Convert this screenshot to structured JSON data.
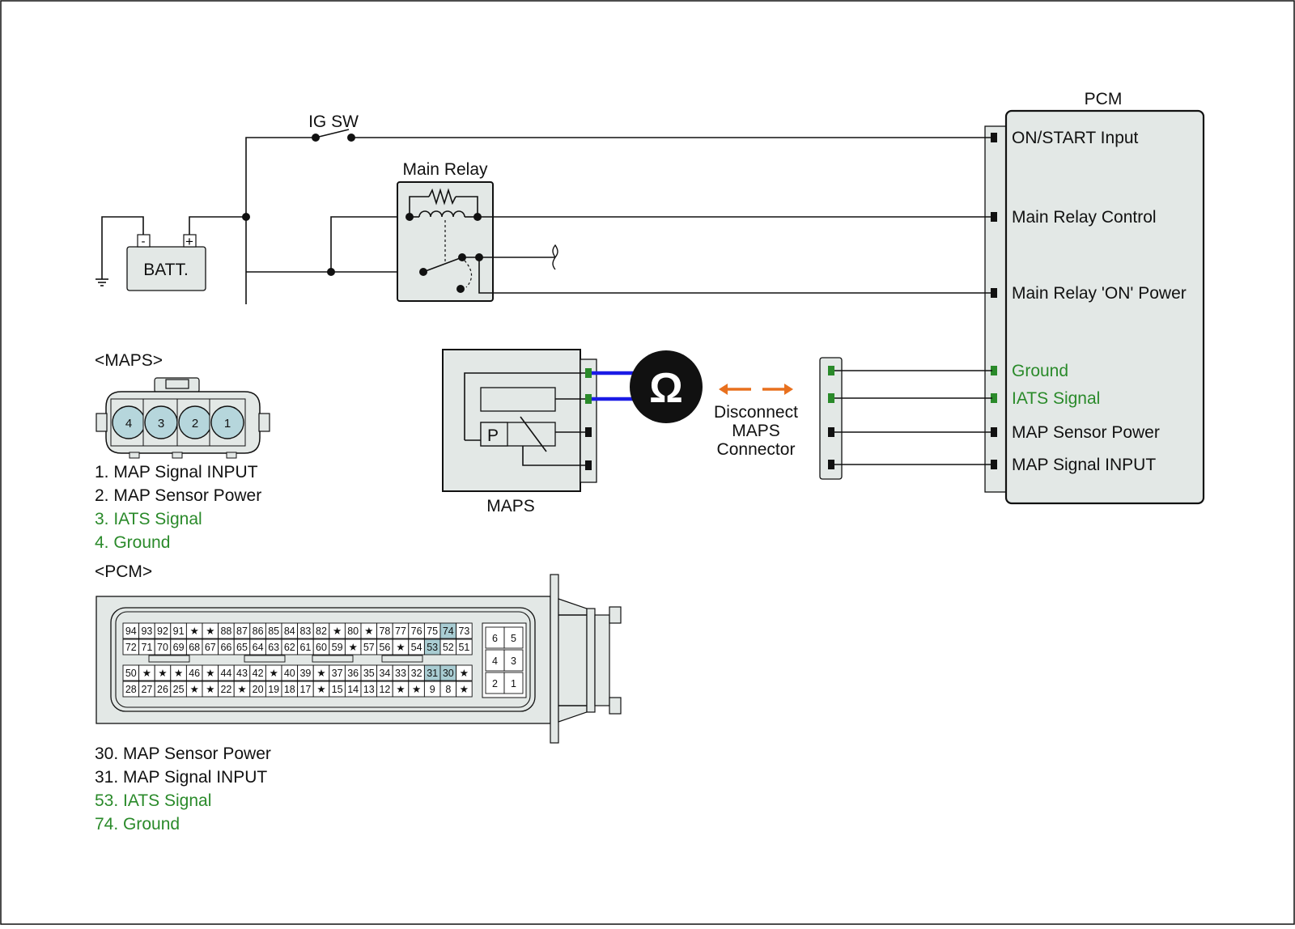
{
  "colors": {
    "box_fill": "#e3e8e6",
    "highlight_cell": "#a9cdd3",
    "maps_pin_fill": "#b6d6dc",
    "green": "#2a8a2a",
    "blue_wire": "#1a1ae6",
    "orange_arrow": "#e8701e"
  },
  "icons": {
    "ohmmeter": "ohm-icon",
    "disconnect": "double-arrow-icon",
    "ground": "ground-symbol-icon"
  },
  "labels": {
    "pcm_title": "PCM",
    "ig_sw": "IG SW",
    "main_relay": "Main Relay",
    "battery": "BATT.",
    "battery_minus": "-",
    "battery_plus": "+",
    "maps_sensor": "MAPS",
    "maps_sensor_p": "P",
    "ohm": "Ω",
    "disconnect": [
      "Disconnect",
      "MAPS",
      "Connector"
    ]
  },
  "pcm_terminals": [
    {
      "label": "ON/START Input",
      "green": false
    },
    {
      "label": "Main Relay Control",
      "green": false
    },
    {
      "label": "Main Relay 'ON' Power",
      "green": false
    },
    {
      "label": "Ground",
      "green": true
    },
    {
      "label": "IATS Signal",
      "green": true
    },
    {
      "label": "MAP Sensor Power",
      "green": false
    },
    {
      "label": "MAP Signal  INPUT",
      "green": false
    }
  ],
  "maps_connector": {
    "title": "<MAPS>",
    "pins": [
      "4",
      "3",
      "2",
      "1"
    ],
    "legend": [
      {
        "text": "1. MAP Signal  INPUT",
        "green": false
      },
      {
        "text": "2. MAP Sensor Power",
        "green": false
      },
      {
        "text": "3. IATS Signal",
        "green": true
      },
      {
        "text": "4. Ground",
        "green": true
      }
    ]
  },
  "pcm_connector": {
    "title": "<PCM>",
    "rows": [
      [
        "94",
        "93",
        "92",
        "91",
        "★",
        "★",
        "88",
        "87",
        "86",
        "85",
        "84",
        "83",
        "82",
        "★",
        "80",
        "★",
        "78",
        "77",
        "76",
        "75",
        "74",
        "73"
      ],
      [
        "72",
        "71",
        "70",
        "69",
        "68",
        "67",
        "66",
        "65",
        "64",
        "63",
        "62",
        "61",
        "60",
        "59",
        "★",
        "57",
        "56",
        "★",
        "54",
        "53",
        "52",
        "51"
      ],
      [
        "50",
        "★",
        "★",
        "★",
        "46",
        "★",
        "44",
        "43",
        "42",
        "★",
        "40",
        "39",
        "★",
        "37",
        "36",
        "35",
        "34",
        "33",
        "32",
        "31",
        "30",
        "★"
      ],
      [
        "28",
        "27",
        "26",
        "25",
        "★",
        "★",
        "22",
        "★",
        "20",
        "19",
        "18",
        "17",
        "★",
        "15",
        "14",
        "13",
        "12",
        "★",
        "★",
        "9",
        "8",
        "★"
      ]
    ],
    "highlighted": [
      "74",
      "53",
      "31",
      "30"
    ],
    "small_block": [
      [
        "6",
        "5"
      ],
      [
        "4",
        "3"
      ],
      [
        "2",
        "1"
      ]
    ],
    "legend": [
      {
        "text": "30. MAP Sensor Power",
        "green": false
      },
      {
        "text": "31. MAP Signal  INPUT",
        "green": false
      },
      {
        "text": "53. IATS Signal",
        "green": true
      },
      {
        "text": "74. Ground",
        "green": true
      }
    ]
  }
}
